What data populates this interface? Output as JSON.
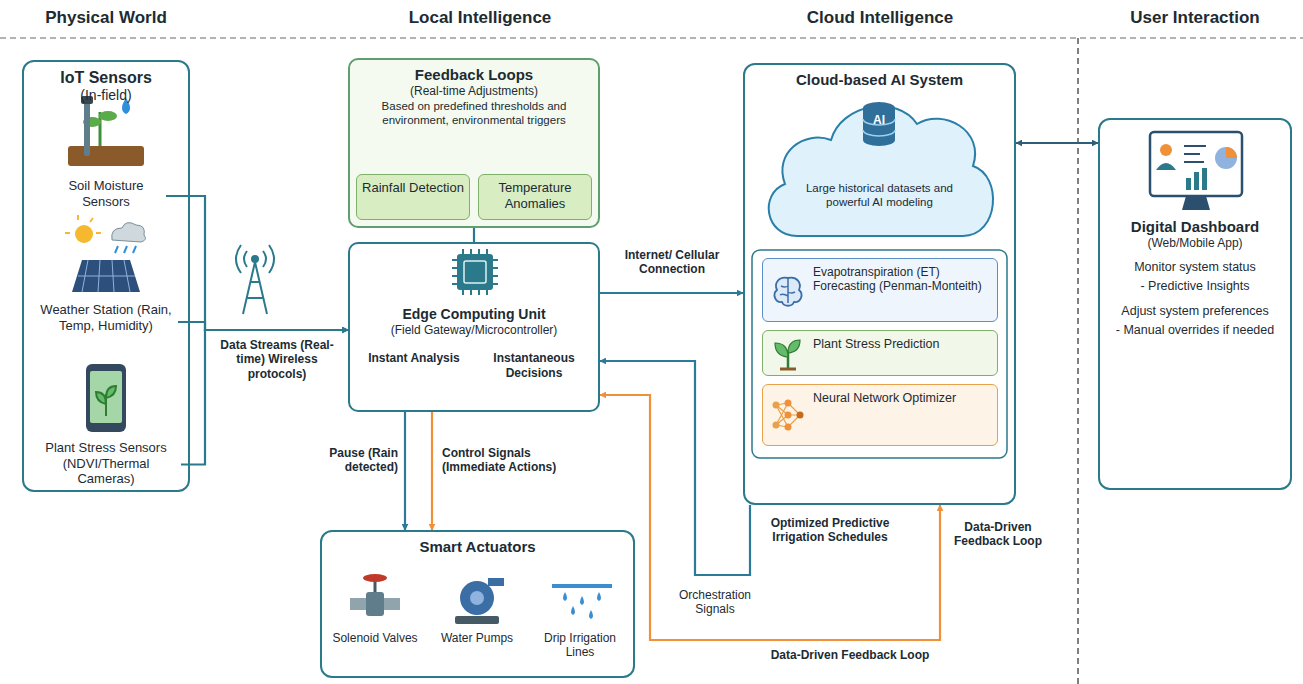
{
  "diagram": {
    "nodes": [
      {
        "text": [
          "IoT Sensors",
          "(In-field)"
        ]
      },
      {
        "text": [
          "Soil Moisture Sensors"
        ],
        "in": 0
      },
      {
        "text": [
          "Weather Station (Rain, Temp, Humidity)"
        ],
        "in": 0
      },
      {
        "text": [
          "Plant Stress Sensors (NDVI/Thermal Cameras)"
        ],
        "in": 0
      },
      {
        "text": [
          "Feedback Loops",
          "(Real-time Adjustments)",
          "Based on predefined thresholds and environment, environmental triggers"
        ]
      },
      {
        "text": [
          "Rainfall Detection"
        ],
        "in": 4
      },
      {
        "text": [
          "Temperature Anomalies"
        ],
        "in": 4
      },
      {
        "text": [
          "Edge Computing Unit",
          "(Field Gateway/Microcontroller)",
          "Instant Analysis",
          "Instantaneous Decisions"
        ]
      },
      {
        "text": [
          "Smart Actuators"
        ]
      },
      {
        "text": [
          "Solenoid Valves"
        ],
        "in": 8
      },
      {
        "text": [
          "Water Pumps"
        ],
        "in": 8
      },
      {
        "text": [
          "Drip Irrigation Lines"
        ],
        "in": 8
      },
      {
        "text": [
          "Cloud-based AI System"
        ]
      },
      {
        "text": [
          "Large historical datasets and powerful AI modeling"
        ],
        "in": 12
      },
      {
        "text": [
          "Evapotranspiration (ET) Forecasting (Penman-Monteith)"
        ],
        "in": 12
      },
      {
        "text": [
          "Plant Stress Prediction"
        ],
        "in": 12
      },
      {
        "text": [
          "Neural Network Optimizer"
        ],
        "in": 12
      },
      {
        "text": [
          "Digital Dashboard",
          "(Web/Mobile App)",
          "Monitor system status",
          "- Predictive Insights",
          "Adjust system preferences",
          "- Manual overrides if needed"
        ]
      }
    ],
    "edges": [
      {
        "from": 1,
        "to": 7,
        "arrow": "to"
      },
      {
        "from": 2,
        "to": 7,
        "label": "Data Streams (Real-time) Wireless protocols)",
        "arrow": "to"
      },
      {
        "from": 3,
        "to": 7,
        "arrow": "to"
      },
      {
        "from": 4,
        "to": 7,
        "arrow": "none"
      },
      {
        "from": 7,
        "to": 8,
        "label": "Pause (Rain detected)",
        "arrow": "to"
      },
      {
        "from": 7,
        "to": 8,
        "label": "Control Signals (Immediate Actions)",
        "arrow": "to"
      },
      {
        "from": 7,
        "to": 12,
        "label": "Internet/ Cellular Connection",
        "arrow": "to"
      },
      {
        "from": 12,
        "to": 7,
        "label": "Optimized Predictive Irrigation Schedules",
        "arrow": "to"
      },
      {
        "from": 7,
        "to": 12,
        "label": "Data-Driven Feedback Loop",
        "arrow": "both"
      },
      {
        "from": 12,
        "to": 17,
        "arrow": "both"
      }
    ],
    "labels": [
      "Physical World",
      "Local Intelligence",
      "Cloud Intelligence",
      "User Interaction",
      "AI",
      "Orchestration Signals",
      "Data-Driven Feedback Loop"
    ]
  }
}
